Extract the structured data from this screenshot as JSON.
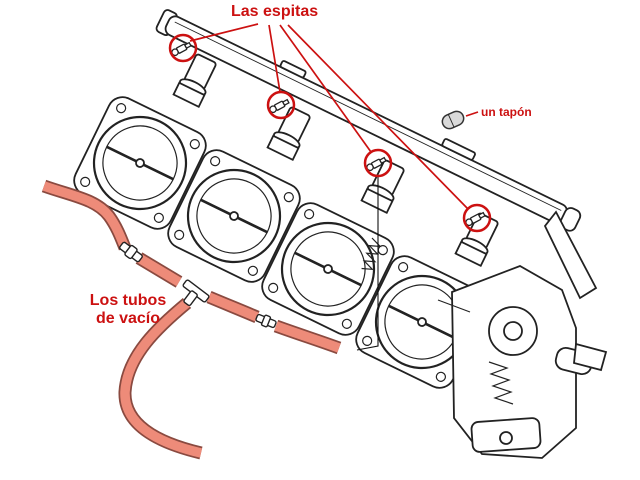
{
  "diagram": {
    "labels": {
      "espitas": "Las espitas",
      "tapon": "un tapón",
      "tubos_line1": "Los tubos",
      "tubos_line2": "de vacío"
    },
    "annotation_counts": {
      "espita_circles": 4,
      "leader_lines": 4
    },
    "colors": {
      "annotation_red": "#cc1111",
      "hose_fill": "#ee8b79",
      "hose_outline": "#8a4a40",
      "line_art": "#222222",
      "background": "#ffffff"
    }
  }
}
